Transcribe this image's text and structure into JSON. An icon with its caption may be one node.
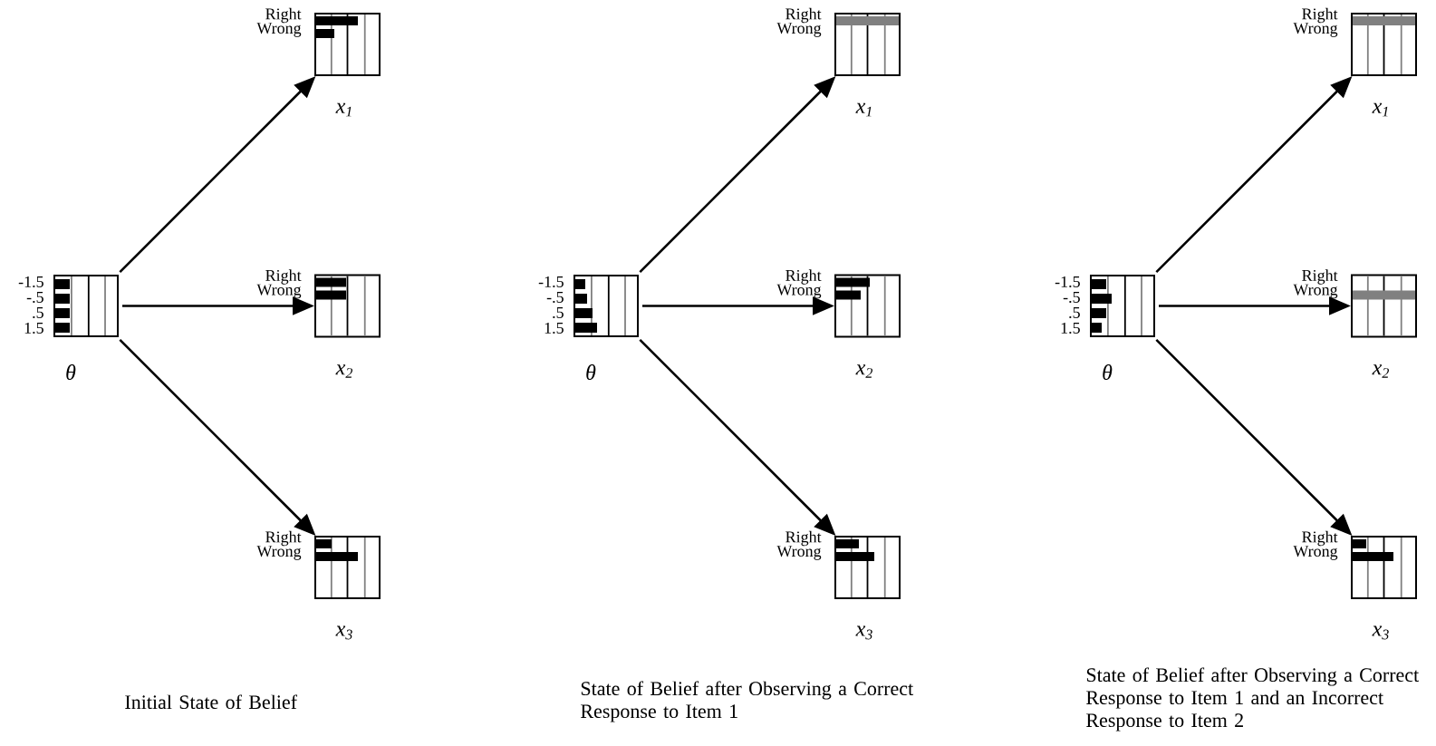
{
  "diagram": {
    "nodes": [
      {
        "text": [
          "θ"
        ],
        "beside": [
          "-1.5",
          "-.5",
          ".5",
          "1.5"
        ]
      },
      {
        "text": [
          "x$_{1}$"
        ],
        "beside": [
          "Right",
          "Wrong"
        ]
      },
      {
        "text": [
          "x$_{2}$"
        ],
        "beside": [
          "Right",
          "Wrong"
        ]
      },
      {
        "text": [
          "x$_{3}$"
        ],
        "beside": [
          "Right",
          "Wrong"
        ]
      },
      {
        "text": [
          "θ"
        ],
        "beside": [
          "-1.5",
          "-.5",
          ".5",
          "1.5"
        ]
      },
      {
        "text": [
          "x$_{1}$"
        ],
        "beside": [
          "Right",
          "Wrong"
        ]
      },
      {
        "text": [
          "x$_{2}$"
        ],
        "beside": [
          "Right",
          "Wrong"
        ]
      },
      {
        "text": [
          "x$_{3}$"
        ],
        "beside": [
          "Right",
          "Wrong"
        ]
      },
      {
        "text": [
          "θ"
        ],
        "beside": [
          "-1.5",
          "-.5",
          ".5",
          "1.5"
        ]
      },
      {
        "text": [
          "x$_{1}$"
        ],
        "beside": [
          "Right",
          "Wrong"
        ]
      },
      {
        "text": [
          "x$_{2}$"
        ],
        "beside": [
          "Right",
          "Wrong"
        ]
      },
      {
        "text": [
          "x$_{3}$"
        ],
        "beside": [
          "Right",
          "Wrong"
        ]
      }
    ],
    "edges": [
      {
        "from": 0,
        "to": 1,
        "arrow": "to"
      },
      {
        "from": 0,
        "to": 2,
        "arrow": "to"
      },
      {
        "from": 0,
        "to": 3,
        "arrow": "to"
      },
      {
        "from": 4,
        "to": 5,
        "arrow": "to"
      },
      {
        "from": 4,
        "to": 6,
        "arrow": "to"
      },
      {
        "from": 4,
        "to": 7,
        "arrow": "to"
      },
      {
        "from": 8,
        "to": 9,
        "arrow": "to"
      },
      {
        "from": 8,
        "to": 10,
        "arrow": "to"
      },
      {
        "from": 8,
        "to": 11,
        "arrow": "to"
      }
    ],
    "labels": [
      "Initial State of Belief",
      "State of Belief after Observing a Correct Response to Item 1",
      "State of Belief after Observing a Correct Response to Item 1 and an Incorrect Response to Item 2"
    ]
  }
}
